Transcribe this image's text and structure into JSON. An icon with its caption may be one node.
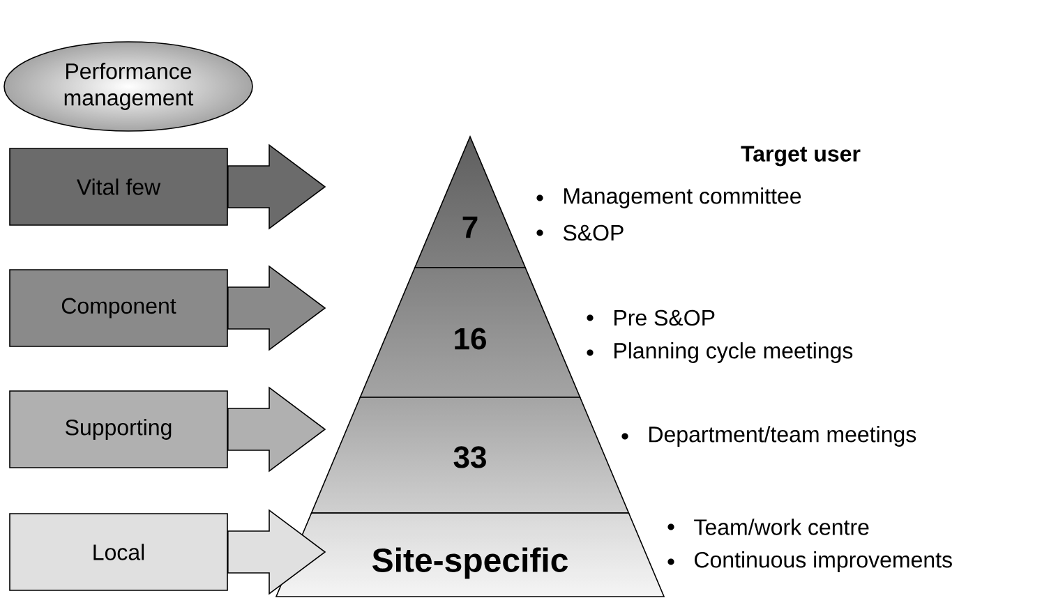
{
  "diagram": {
    "nodes": [
      {
        "text": [
          "Performance management"
        ]
      },
      {
        "text": [
          "Vital few"
        ]
      },
      {
        "text": [
          "Component"
        ]
      },
      {
        "text": [
          "Supporting"
        ]
      },
      {
        "text": [
          "Local"
        ]
      },
      {
        "text": [
          "7"
        ]
      },
      {
        "text": [
          "16"
        ]
      },
      {
        "text": [
          "33"
        ]
      },
      {
        "text": [
          "Site-specific"
        ]
      }
    ],
    "edges": [
      {
        "from": 1,
        "to": 5,
        "arrow": "to"
      },
      {
        "from": 2,
        "to": 6,
        "arrow": "to"
      },
      {
        "from": 3,
        "to": 7,
        "arrow": "to"
      },
      {
        "from": 4,
        "to": 8,
        "arrow": "to"
      }
    ],
    "labels": [
      "Target user",
      "Management committee",
      "S&OP",
      "Pre S&OP",
      "Planning cycle meetings",
      "Department/team meetings",
      "Team/work centre",
      "Continuous improvements"
    ]
  }
}
